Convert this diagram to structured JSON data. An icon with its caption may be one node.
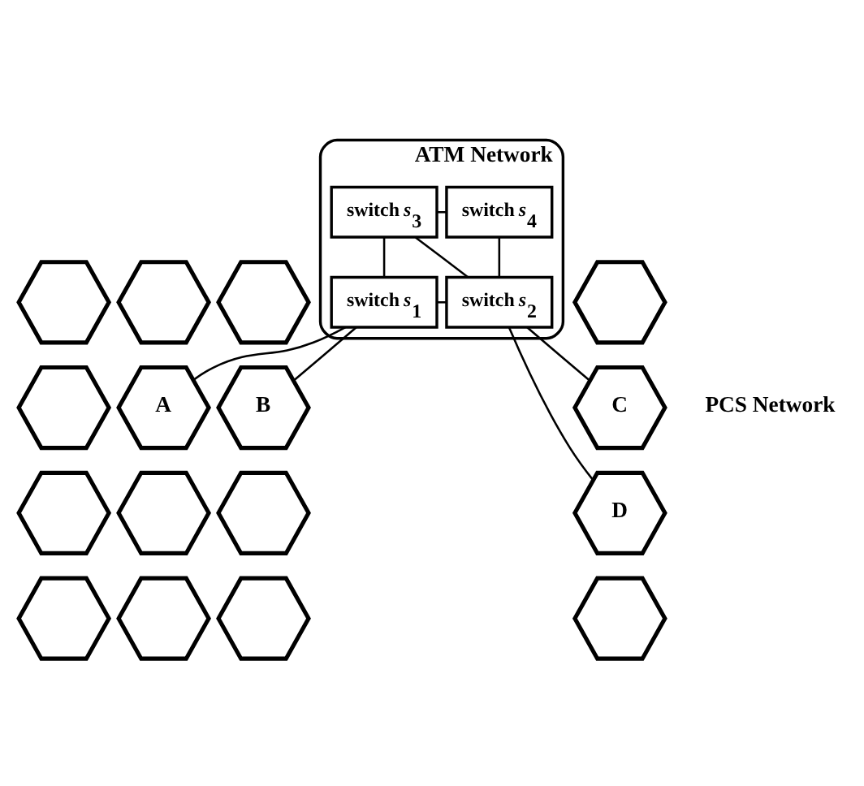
{
  "diagram": {
    "nodes": [
      {
        "text": [
          "ATM Network"
        ]
      },
      {
        "text": [
          "switch *s*$_{3}$"
        ],
        "in": 0
      },
      {
        "text": [
          "switch *s*$_{4}$"
        ],
        "in": 0
      },
      {
        "text": [
          "switch *s*$_{1}$"
        ],
        "in": 0
      },
      {
        "text": [
          "switch *s*$_{2}$"
        ],
        "in": 0
      },
      {
        "text": [],
        "shape": "hexagon"
      },
      {
        "text": [],
        "shape": "hexagon"
      },
      {
        "text": [],
        "shape": "hexagon"
      },
      {
        "text": [],
        "shape": "hexagon"
      },
      {
        "text": [],
        "shape": "hexagon"
      },
      {
        "text": [
          "A"
        ]
      },
      {
        "text": [
          "B"
        ]
      },
      {
        "text": [
          "C"
        ]
      },
      {
        "text": [],
        "shape": "hexagon"
      },
      {
        "text": [],
        "shape": "hexagon"
      },
      {
        "text": [],
        "shape": "hexagon"
      },
      {
        "text": [
          "D"
        ]
      },
      {
        "text": [],
        "shape": "hexagon"
      },
      {
        "text": [],
        "shape": "hexagon"
      },
      {
        "text": [],
        "shape": "hexagon"
      },
      {
        "text": [],
        "shape": "hexagon"
      }
    ],
    "edges": [
      {
        "from": 1,
        "to": 2,
        "arrow": "none"
      },
      {
        "from": 1,
        "to": 3,
        "arrow": "none"
      },
      {
        "from": 1,
        "to": 4,
        "arrow": "none"
      },
      {
        "from": 2,
        "to": 4,
        "arrow": "none"
      },
      {
        "from": 3,
        "to": 4,
        "arrow": "none"
      },
      {
        "from": 3,
        "to": 10,
        "arrow": "none"
      },
      {
        "from": 3,
        "to": 11,
        "arrow": "none"
      },
      {
        "from": 4,
        "to": 12,
        "arrow": "none"
      },
      {
        "from": 4,
        "to": 16,
        "arrow": "none"
      }
    ],
    "labels": [
      "PCS Network"
    ]
  }
}
